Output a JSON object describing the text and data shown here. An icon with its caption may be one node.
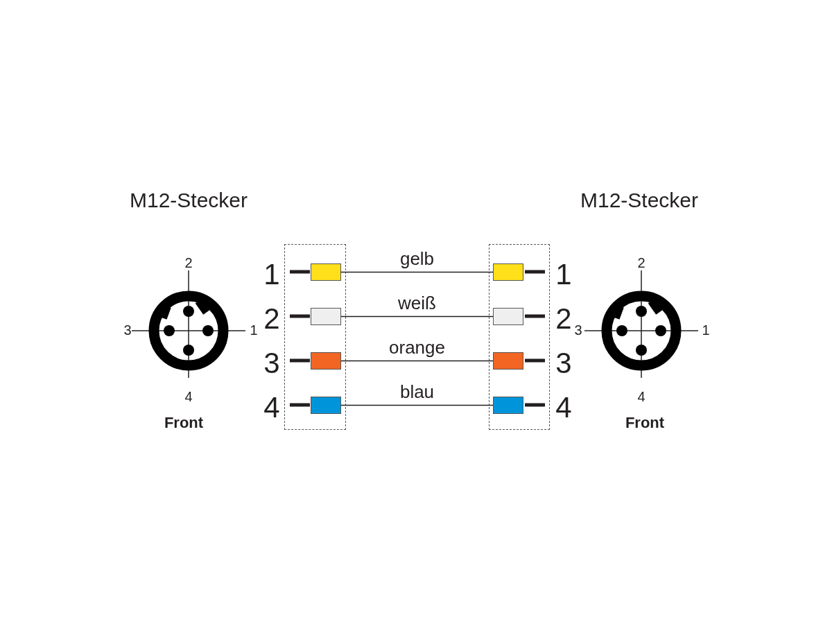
{
  "diagram": {
    "nodes": [
      {
        "text": [],
        "shape": "box"
      },
      {
        "text": [],
        "shape": "box",
        "in": 0,
        "beside": [
          "1"
        ]
      },
      {
        "text": [],
        "shape": "box",
        "in": 0,
        "beside": [
          "2"
        ]
      },
      {
        "text": [],
        "shape": "box",
        "in": 0,
        "beside": [
          "3"
        ]
      },
      {
        "text": [],
        "shape": "box",
        "in": 0,
        "beside": [
          "4"
        ]
      },
      {
        "text": [],
        "shape": "box"
      },
      {
        "text": [],
        "shape": "box",
        "in": 5,
        "beside": [
          "1"
        ]
      },
      {
        "text": [],
        "shape": "box",
        "in": 5,
        "beside": [
          "2"
        ]
      },
      {
        "text": [],
        "shape": "box",
        "in": 5,
        "beside": [
          "3"
        ]
      },
      {
        "text": [],
        "shape": "box",
        "in": 5,
        "beside": [
          "4"
        ]
      }
    ],
    "edges": [
      {
        "from": 1,
        "to": 6,
        "arrow": "none",
        "label": "gelb"
      },
      {
        "from": 2,
        "to": 7,
        "arrow": "none",
        "label": "weiß"
      },
      {
        "from": 3,
        "to": 8,
        "arrow": "none",
        "label": "orange"
      },
      {
        "from": 4,
        "to": 9,
        "arrow": "none",
        "label": "blau"
      }
    ],
    "labels": [
      "M12-Stecker",
      "M12-Stecker",
      "2",
      "2",
      "3",
      "1",
      "3",
      "1",
      "4",
      "4",
      "Front",
      "Front"
    ]
  }
}
